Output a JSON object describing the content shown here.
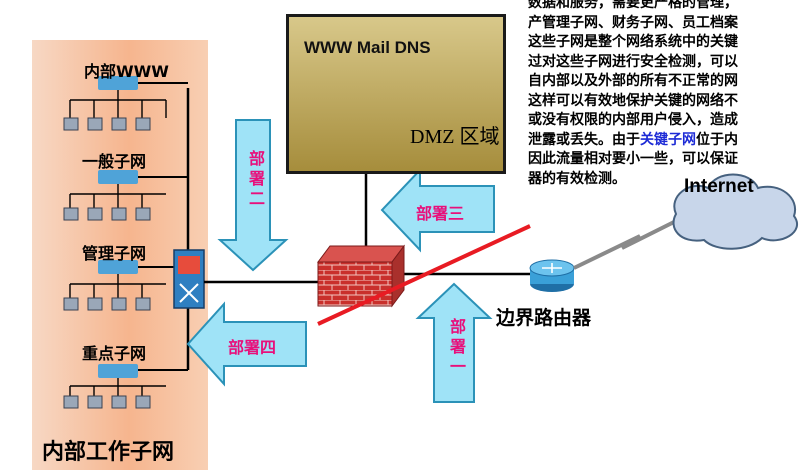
{
  "internal_panel": {
    "title": "内部工作子网",
    "subnets": [
      {
        "label": "内部WWW"
      },
      {
        "label": "一般子网"
      },
      {
        "label": "管理子网"
      },
      {
        "label": "重点子网"
      }
    ]
  },
  "dmz": {
    "servers_title": "WWW Mail DNS",
    "zone_label": "DMZ 区域"
  },
  "router_label": "边界路由器",
  "internet_label": "Internet",
  "deployments": [
    {
      "label": "部署一"
    },
    {
      "label": "部署二"
    },
    {
      "label": "部署三"
    },
    {
      "label": "部署四"
    }
  ],
  "description": {
    "lines": [
      "数据和服务，需要更严格的管理，",
      "产管理子网、财务子网、员工档案",
      "这些子网是整个网络系统中的关键",
      "过对这些子网进行安全检测，可以",
      "自内部以及外部的所有不正常的网",
      "这样可以有效地保护关键的网络不",
      "或没有权限的内部用户侵入，造成",
      "泄露或丢失。由于"
    ],
    "highlight": "关键子网",
    "line8_tail": "位于内",
    "lines_after": [
      "因此流量相对要小一些，可以保证",
      "器的有效检测。"
    ]
  },
  "colors": {
    "deploy_label": "#e8107b",
    "arrow_fill": "#9fe3f7",
    "highlight_text": "#1d2bd6",
    "attack_line": "#e81b23",
    "router": "#3aa0d8"
  }
}
